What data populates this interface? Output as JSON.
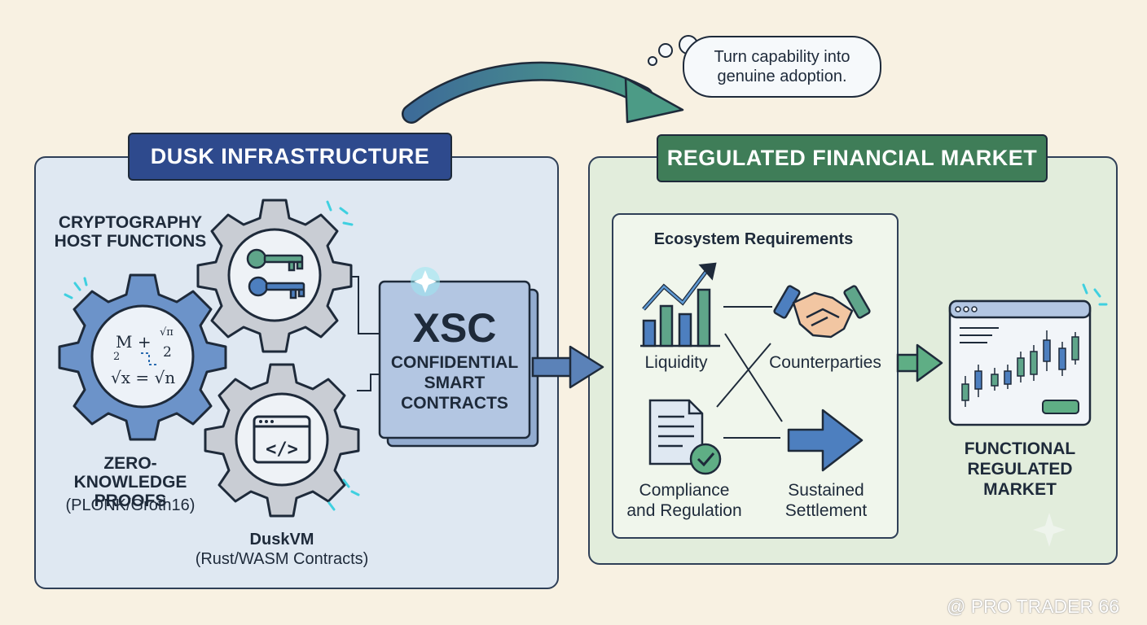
{
  "thought": {
    "line1": "Turn capability into",
    "line2": "genuine adoption."
  },
  "left_panel": {
    "title": "DUSK INFRASTRUCTURE",
    "crypto": {
      "line1": "CRYPTOGRAPHY",
      "line2": "HOST FUNCTIONS"
    },
    "zk": {
      "line1": "ZERO-KNOWLEDGE",
      "line2": "PROOFS",
      "sub": "(PLONK/Groth16)"
    },
    "vm": {
      "title": "DuskVM",
      "sub": "(Rust/WASM Contracts)"
    },
    "math": {
      "a": "M +",
      "b": "√π",
      "c": "2",
      "d": "2",
      "e": "√x = √n"
    },
    "code_glyph": "</>"
  },
  "xsc": {
    "title": "XSC",
    "line1": "CONFIDENTIAL",
    "line2": "SMART",
    "line3": "CONTRACTS"
  },
  "right_panel": {
    "title": "REGULATED FINANCIAL MARKET",
    "req_title": "Ecosystem Requirements",
    "liquidity": "Liquidity",
    "counterparties": "Counterparties",
    "compliance": {
      "line1": "Compliance",
      "line2": "and Regulation"
    },
    "settlement": {
      "line1": "Sustained",
      "line2": "Settlement"
    },
    "market": {
      "line1": "FUNCTIONAL",
      "line2": "REGULATED",
      "line3": "MARKET"
    }
  },
  "watermark": "@ PRO TRADER 66",
  "colors": {
    "blue": "#2e4a8d",
    "green": "#3f7d58",
    "arrow_blue": "#5b82b8",
    "arrow_green": "#4b9670",
    "cyan": "#3fd0e0"
  },
  "icons": [
    "gear-icon",
    "key-icon",
    "code-window-icon",
    "bar-chart-icon",
    "handshake-icon",
    "document-check-icon",
    "right-arrow-icon",
    "candlestick-chart-icon",
    "sparkle-icon"
  ]
}
